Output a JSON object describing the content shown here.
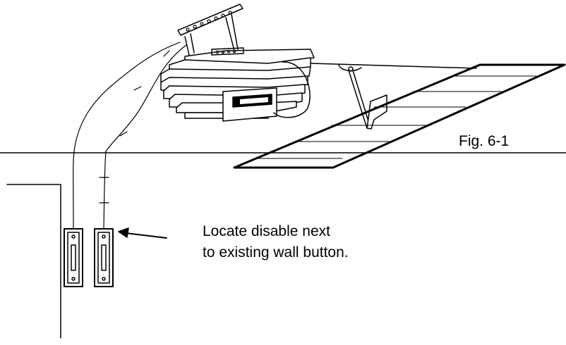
{
  "figure": {
    "label": "Fig. 6-1",
    "callout": {
      "line1": "Locate disable next",
      "line2": "to existing wall button."
    },
    "parts": [
      "garage-door-opener",
      "mounting-bracket",
      "ceiling-line",
      "wall-outline",
      "garage-door-panel",
      "door-arm",
      "wiring",
      "existing-wall-button",
      "disable-button",
      "callout-arrow"
    ]
  }
}
